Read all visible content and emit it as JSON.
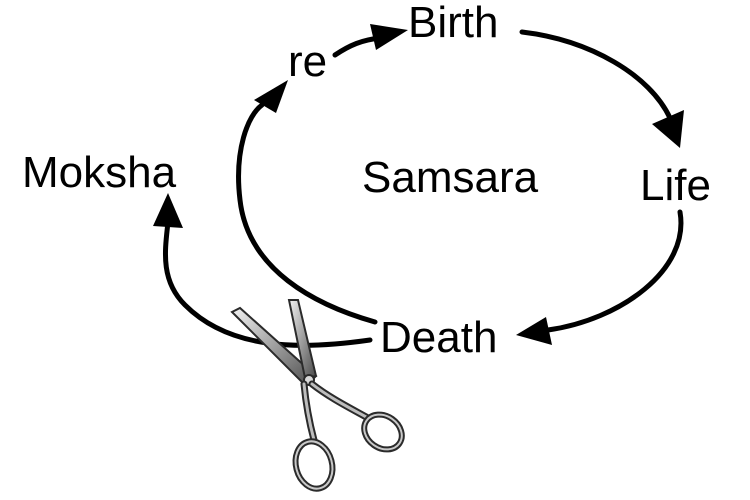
{
  "diagram": {
    "center_label": "Samsara",
    "nodes": {
      "birth": "Birth",
      "life": "Life",
      "death": "Death",
      "re": "re",
      "moksha": "Moksha"
    },
    "cutting_tool": "scissors-icon",
    "colors": {
      "ink": "#000000",
      "background": "#ffffff",
      "scissors_metal": "#8c8c8c",
      "scissors_dark": "#3a3a3a"
    }
  }
}
